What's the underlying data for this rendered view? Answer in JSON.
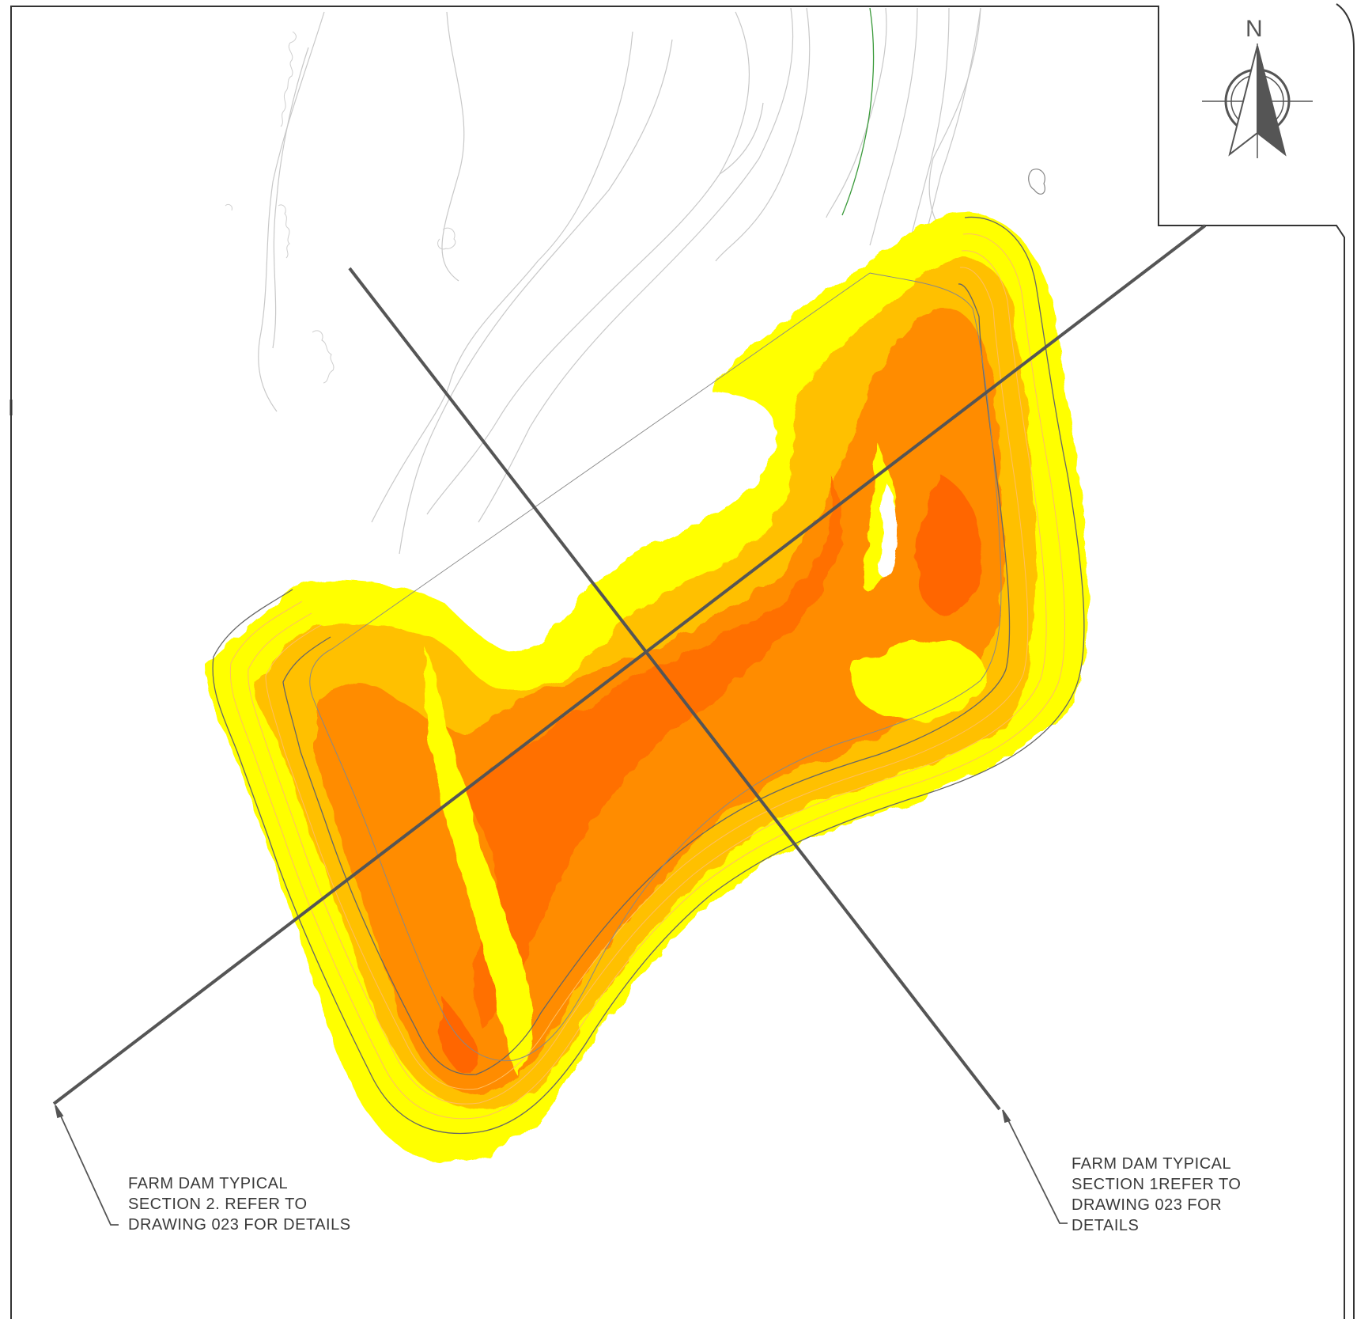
{
  "north_arrow": {
    "label": "N"
  },
  "callouts": [
    {
      "id": "section-2",
      "text": "FARM DAM TYPICAL\nSECTION 2. REFER TO\nDRAWING 023 FOR DETAILS"
    },
    {
      "id": "section-1",
      "text": "FARM DAM TYPICAL\nSECTION 1REFER TO\nDRAWING 023 FOR\nDETAILS"
    }
  ],
  "colors": {
    "fill_light": "#ffff00",
    "fill_mid": "#ffc000",
    "fill_deep": "#ff8c00",
    "fill_deepest": "#ff6600",
    "section_line": "#555555",
    "contour": "#c8c8c8",
    "contour_green": "#3a9a3a",
    "border": "#333333"
  }
}
